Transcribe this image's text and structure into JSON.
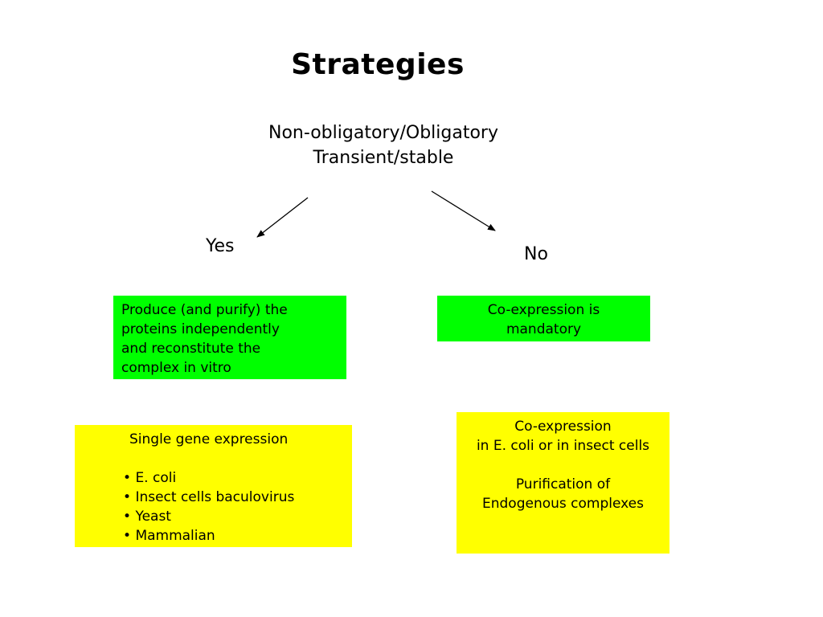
{
  "slide": {
    "title": "Strategies",
    "question": {
      "line1": "Non-obligatory/Obligatory",
      "line2": "Transient/stable"
    },
    "branches": {
      "yes": "Yes",
      "no": "No"
    },
    "boxes": {
      "yes": {
        "color": "#00ff00",
        "lines": [
          "Produce (and purify) the",
          "proteins independently",
          "and reconstitute the",
          "complex in vitro"
        ]
      },
      "no": {
        "color": "#00ff00",
        "lines": [
          "Co-expression is",
          "mandatory"
        ]
      },
      "single_gene": {
        "color": "#ffff00",
        "heading": "Single gene expression",
        "items": [
          "E. coli",
          "Insect cells baculovirus",
          "Yeast",
          "Mammalian"
        ]
      },
      "coexpression": {
        "color": "#ffff00",
        "lines": [
          "Co-expression",
          "in E. coli or in insect cells",
          "",
          "Purification of",
          "Endogenous complexes"
        ]
      }
    }
  }
}
